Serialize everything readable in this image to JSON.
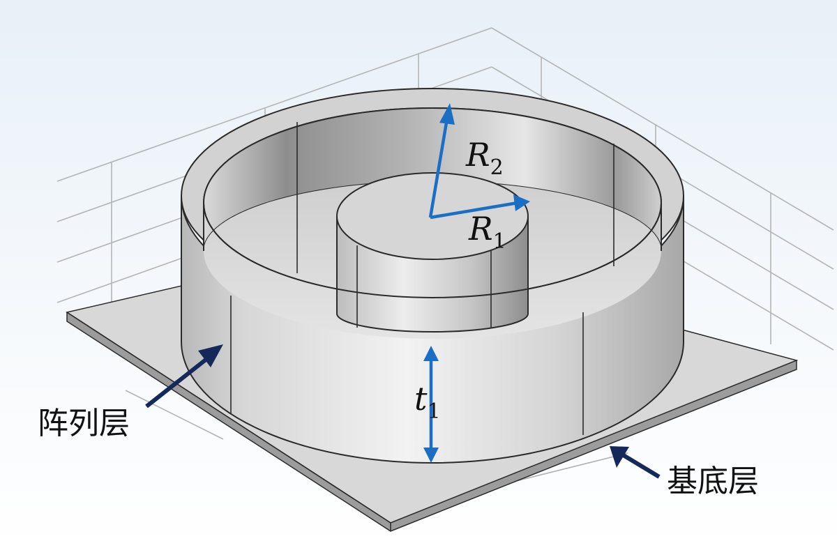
{
  "labels": {
    "r2": {
      "symbol": "R",
      "subscript": "2"
    },
    "r1": {
      "symbol": "R",
      "subscript": "1"
    },
    "t1": {
      "symbol": "t",
      "subscript": "1"
    },
    "array_layer": "阵列层",
    "substrate_layer": "基底层"
  },
  "colors": {
    "dimension_arrow": "#1a6fc4",
    "pointer_arrow": "#14285a",
    "solid_light": "#dcdcdc",
    "solid_dark": "#9a9a9a",
    "edge": "#2a2a2a",
    "grid": "#b4b4b4"
  }
}
